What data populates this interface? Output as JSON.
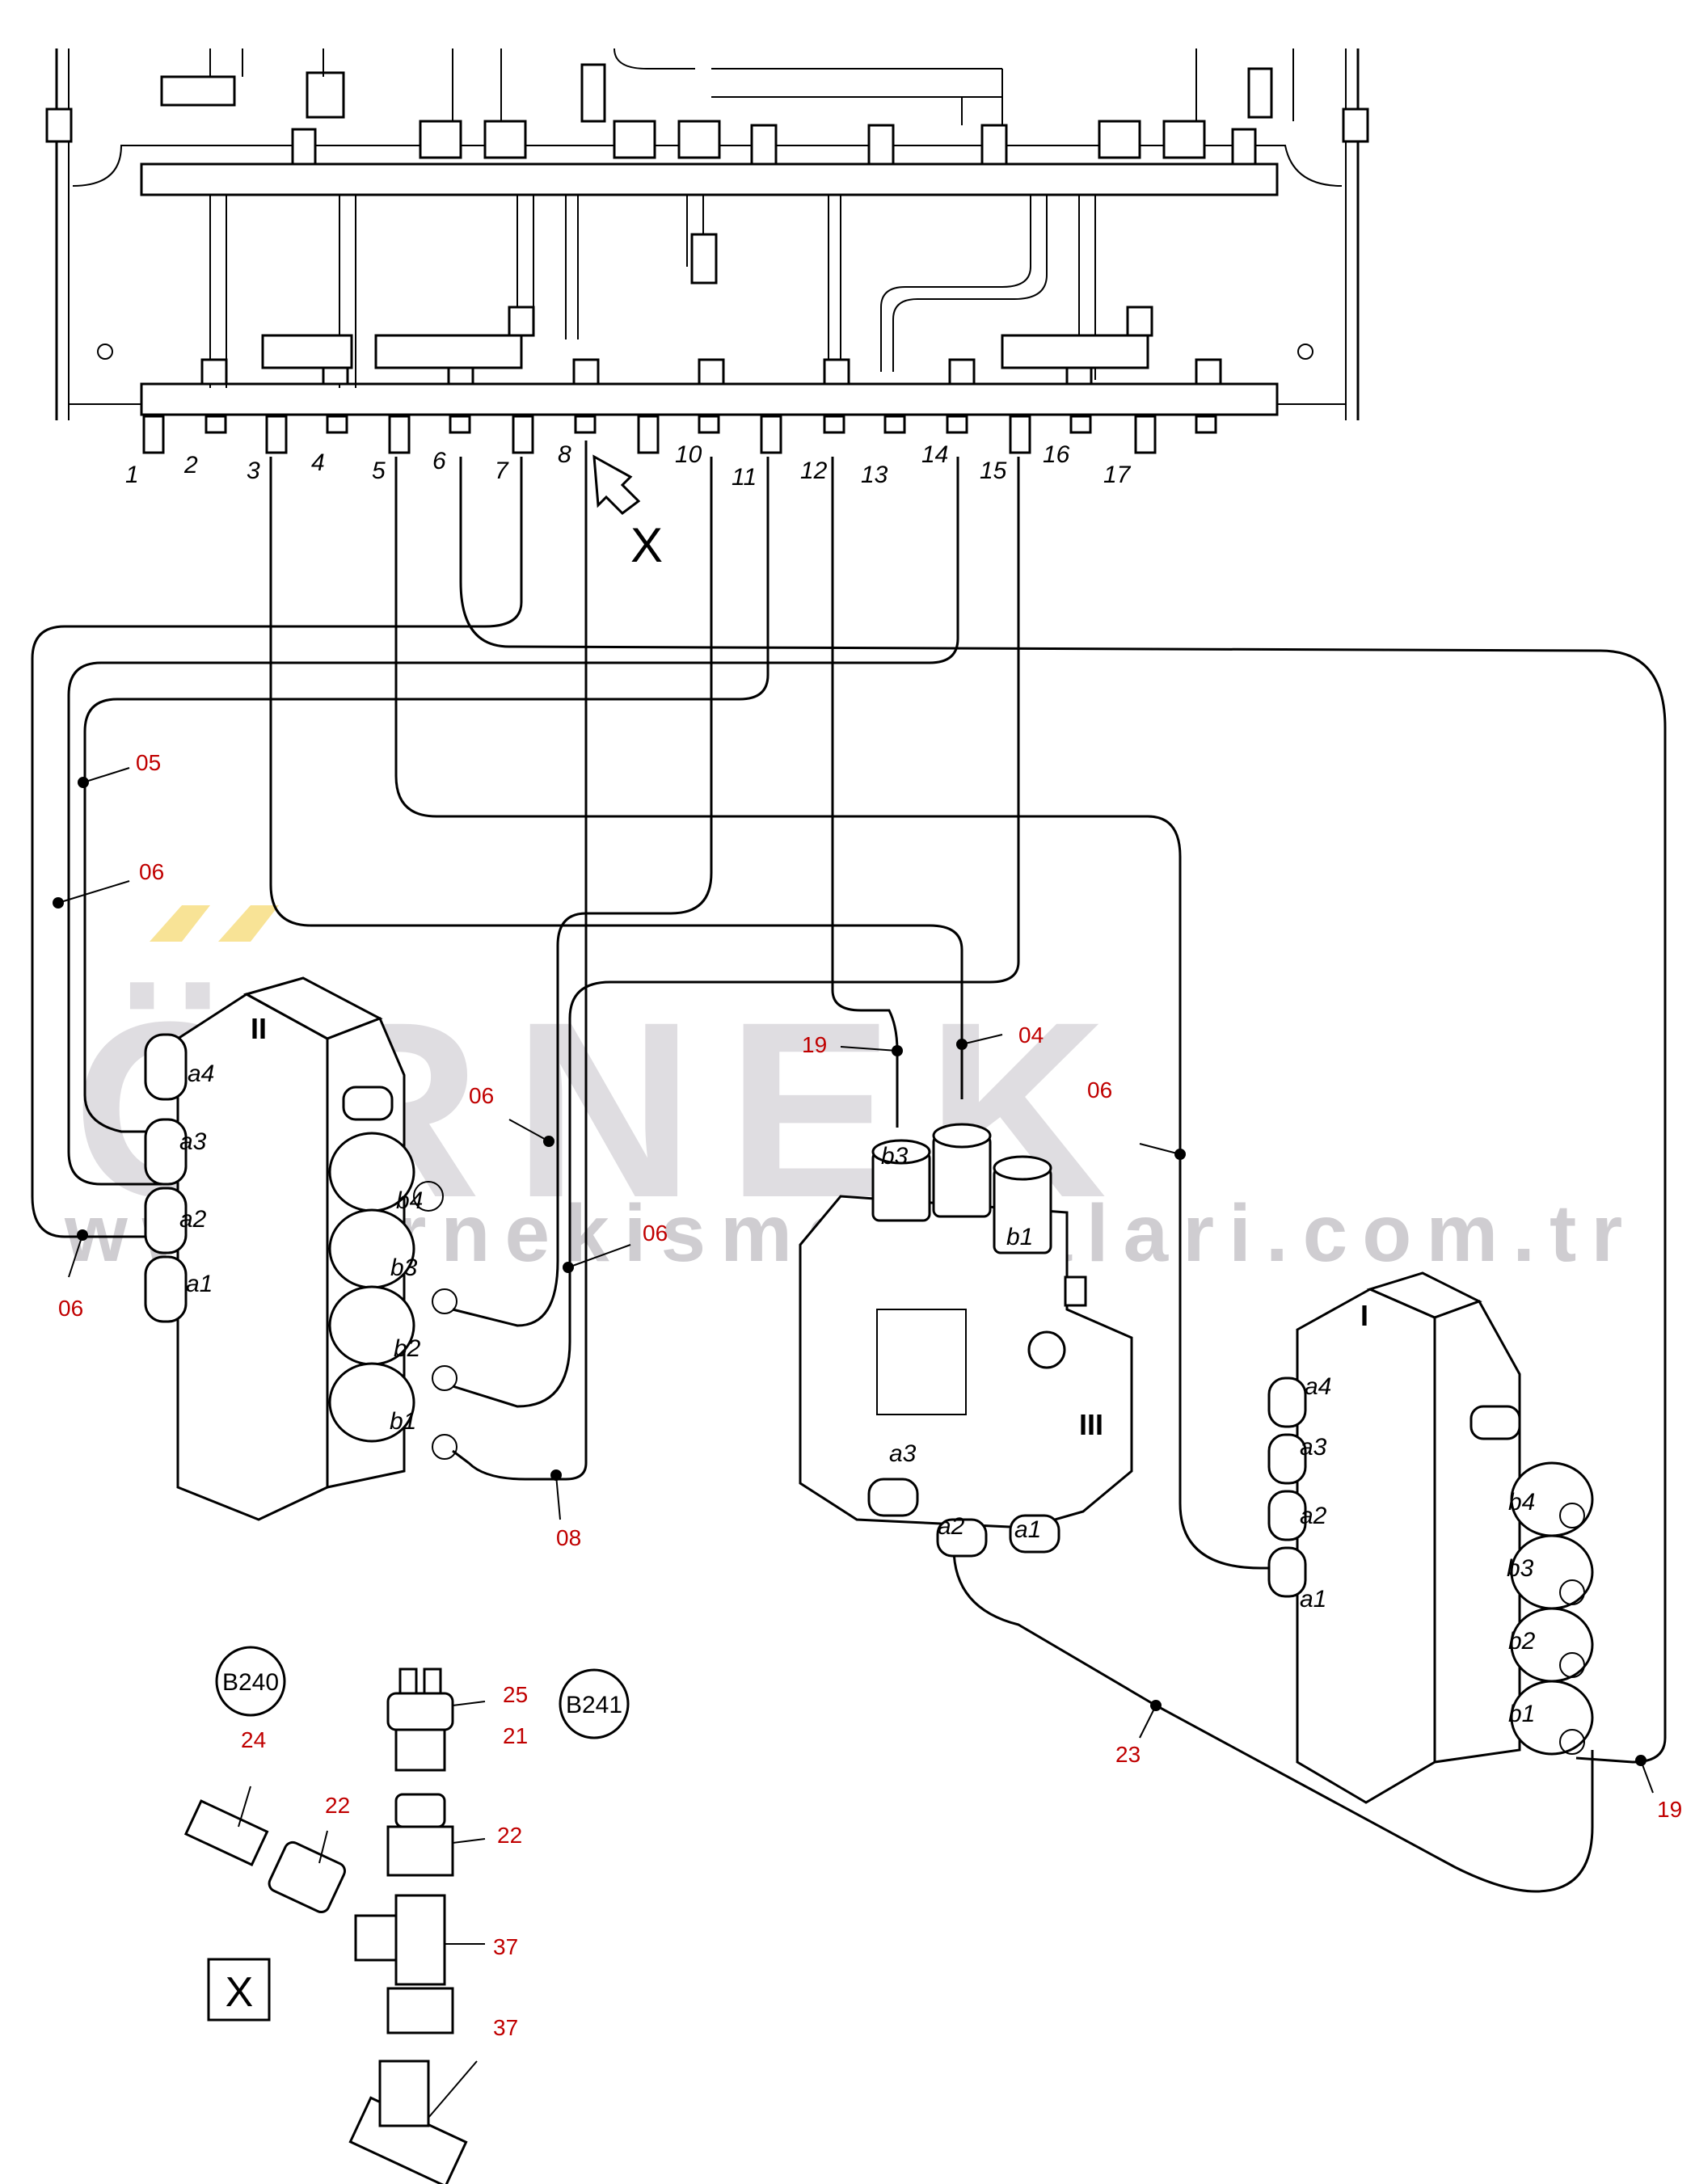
{
  "connector_numbers": [
    "1",
    "2",
    "3",
    "4",
    "5",
    "6",
    "7",
    "8",
    "10",
    "11",
    "12",
    "13",
    "14",
    "15",
    "16",
    "17"
  ],
  "view_marker": "X",
  "reference_labels": {
    "r05": "05",
    "r06a": "06",
    "r06b": "06",
    "r06c": "06",
    "r06d": "06",
    "r06e": "06",
    "r08": "08",
    "r19a": "19",
    "r19b": "19",
    "r04": "04",
    "r23": "23",
    "r24": "24",
    "r25": "25",
    "r21": "21",
    "r22a": "22",
    "r22b": "22",
    "r37a": "37",
    "r37b": "37"
  },
  "valve_blocks": {
    "block_I": "I",
    "block_II": "II",
    "block_III": "III"
  },
  "ports": {
    "II": [
      "a4",
      "a3",
      "a2",
      "a1",
      "b4",
      "b3",
      "b2",
      "b1"
    ],
    "III": [
      "b3",
      "b1",
      "a3",
      "a2",
      "a1"
    ],
    "I": [
      "a4",
      "a3",
      "a2",
      "a1",
      "b4",
      "b3",
      "b2",
      "b1"
    ]
  },
  "sensors": {
    "b240": "B240",
    "b241": "B241"
  },
  "x_box": "X",
  "watermark": {
    "brand": "ÖRNEK",
    "url": "www.ornekismakinalari.com.tr"
  }
}
